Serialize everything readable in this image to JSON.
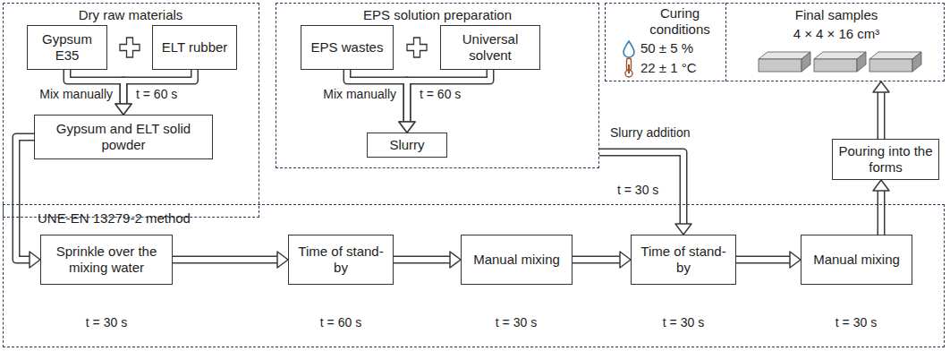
{
  "diagram": {
    "nodes": [
      {
        "text": [
          "Dry raw materials"
        ]
      },
      {
        "text": [
          "Gypsum E35"
        ],
        "in": 0
      },
      {
        "text": [
          "ELT rubber"
        ],
        "in": 0
      },
      {
        "text": [
          "Gypsum and ELT solid powder"
        ],
        "in": 0
      },
      {
        "text": [
          "EPS solution preparation"
        ]
      },
      {
        "text": [
          "EPS wastes"
        ],
        "in": 4
      },
      {
        "text": [
          "Universal solvent"
        ],
        "in": 4
      },
      {
        "text": [
          "Slurry"
        ],
        "in": 4
      },
      {
        "text": [
          "Final samples",
          "4 × 4 × 16 cm³"
        ]
      },
      {
        "text": [
          "Curing conditions",
          "50 ± 5 %",
          "22 ± 1 °C"
        ],
        "in": 8
      },
      {
        "text": [
          "Pouring into the forms"
        ]
      },
      {
        "text": [
          "UNE-EN 13279-2 method"
        ]
      },
      {
        "text": [
          "Sprinkle over the mixing water"
        ],
        "in": 11
      },
      {
        "text": [
          "Time of stand-by"
        ],
        "in": 11
      },
      {
        "text": [
          "Manual mixing"
        ],
        "in": 11
      },
      {
        "text": [
          "Time of stand-by"
        ],
        "in": 11
      },
      {
        "text": [
          "Manual mixing"
        ],
        "in": 11
      }
    ],
    "edges": [
      {
        "from": 1,
        "to": 3,
        "arrow": "to"
      },
      {
        "from": 2,
        "to": 3,
        "arrow": "to"
      },
      {
        "from": 5,
        "to": 7,
        "arrow": "to"
      },
      {
        "from": 6,
        "to": 7,
        "arrow": "to"
      },
      {
        "from": 3,
        "to": 12,
        "arrow": "to"
      },
      {
        "from": 4,
        "to": 15,
        "arrow": "to"
      },
      {
        "from": 12,
        "to": 13,
        "arrow": "to"
      },
      {
        "from": 13,
        "to": 14,
        "arrow": "to"
      },
      {
        "from": 14,
        "to": 15,
        "arrow": "to"
      },
      {
        "from": 15,
        "to": 16,
        "arrow": "to"
      },
      {
        "from": 16,
        "to": 10,
        "arrow": "to"
      },
      {
        "from": 10,
        "to": 8,
        "arrow": "to"
      }
    ],
    "labels": [
      "Mix manually",
      "t = 60 s",
      "Mix manually",
      "t = 60 s",
      "Slurry addition",
      "t = 30 s",
      "t = 30 s",
      "t = 60 s",
      "t = 30 s",
      "t = 30 s",
      "t = 30 s"
    ]
  }
}
